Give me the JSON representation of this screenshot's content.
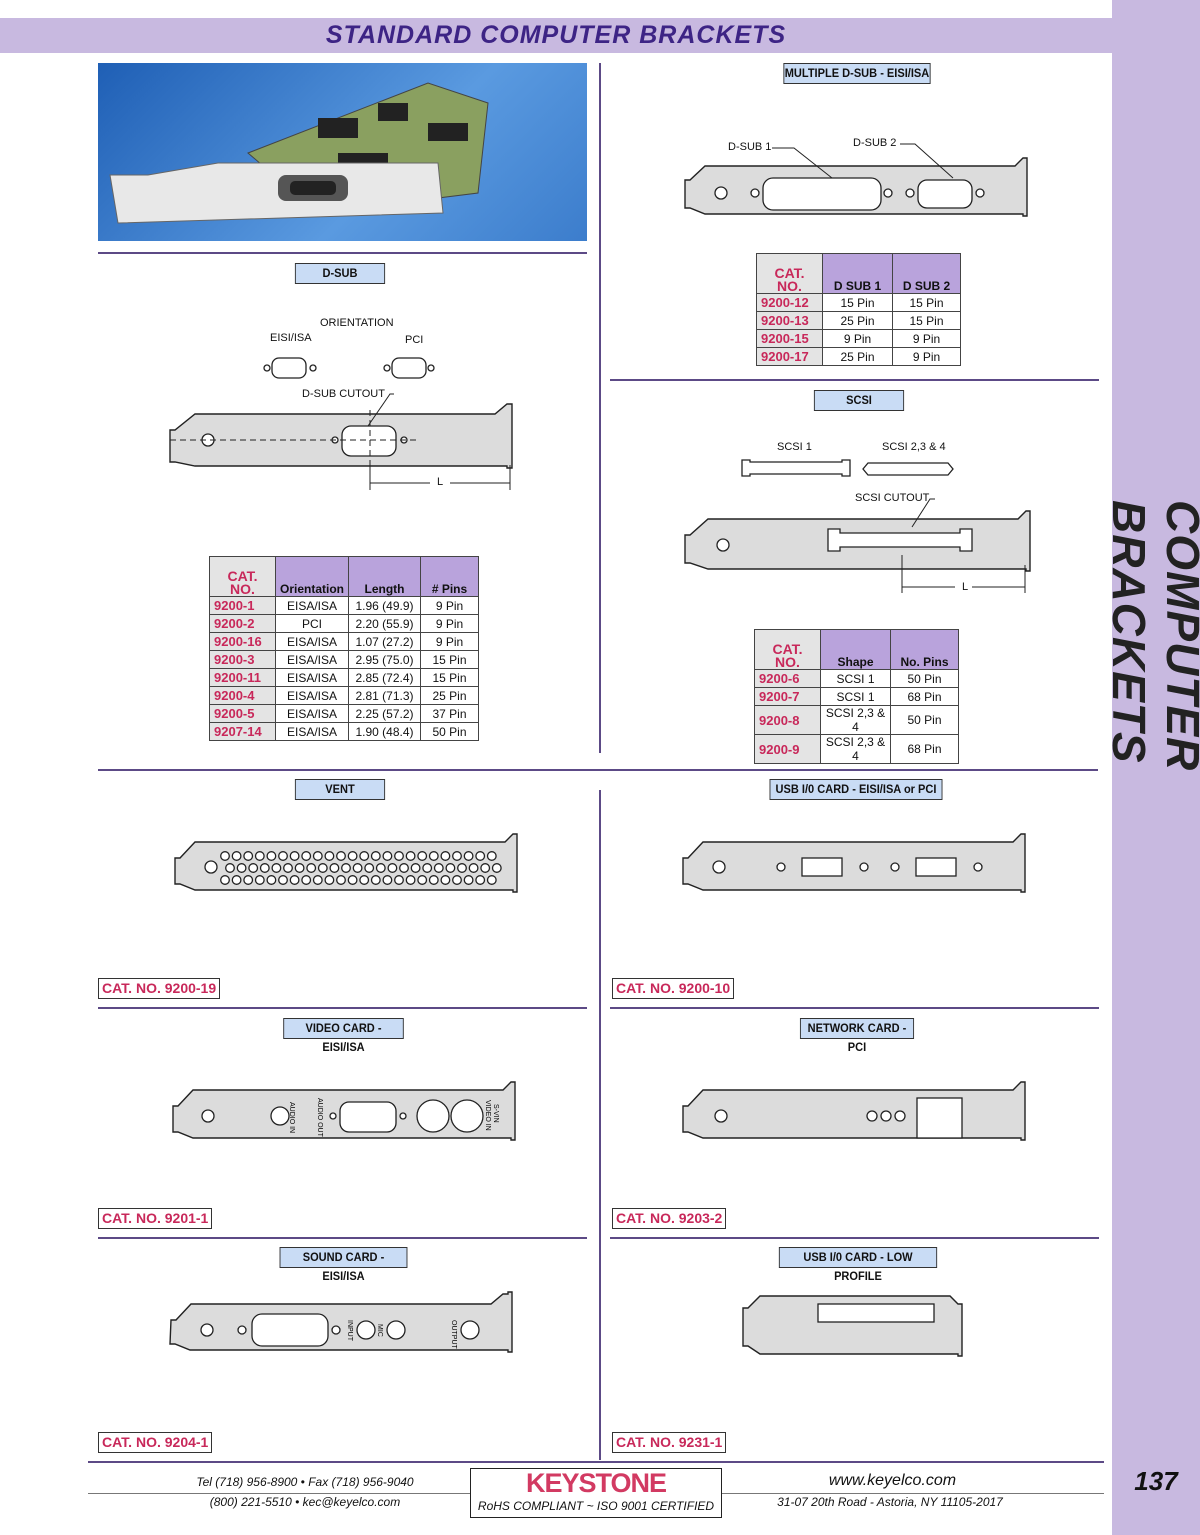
{
  "header": {
    "title": "STANDARD COMPUTER BRACKETS"
  },
  "sidebar": {
    "title": "COMPUTER BRACKETS",
    "page_number": "137"
  },
  "dsub": {
    "label": "D-SUB",
    "orientation": "ORIENTATION",
    "eisa": "EISI/ISA",
    "pci": "PCI",
    "cutout": "D-SUB CUTOUT",
    "length": "L",
    "table": {
      "headers": [
        "CAT. NO.",
        "Orientation",
        "Length",
        "# Pins"
      ],
      "rows": [
        [
          "9200-1",
          "EISA/ISA",
          "1.96 (49.9)",
          "9 Pin"
        ],
        [
          "9200-2",
          "PCI",
          "2.20 (55.9)",
          "9 Pin"
        ],
        [
          "9200-16",
          "EISA/ISA",
          "1.07 (27.2)",
          "9 Pin"
        ],
        [
          "9200-3",
          "EISA/ISA",
          "2.95 (75.0)",
          "15 Pin"
        ],
        [
          "9200-11",
          "EISA/ISA",
          "2.85 (72.4)",
          "15 Pin"
        ],
        [
          "9200-4",
          "EISA/ISA",
          "2.81 (71.3)",
          "25 Pin"
        ],
        [
          "9200-5",
          "EISA/ISA",
          "2.25 (57.2)",
          "37 Pin"
        ],
        [
          "9207-14",
          "EISA/ISA",
          "1.90 (48.4)",
          "50 Pin"
        ]
      ]
    }
  },
  "multi": {
    "label": "MULTIPLE D-SUB - EISI/ISA",
    "dsub1": "D-SUB 1",
    "dsub2": "D-SUB 2",
    "table": {
      "headers": [
        "CAT. NO.",
        "D SUB 1",
        "D SUB 2"
      ],
      "rows": [
        [
          "9200-12",
          "15 Pin",
          "15 Pin"
        ],
        [
          "9200-13",
          "25 Pin",
          "15 Pin"
        ],
        [
          "9200-15",
          "9 Pin",
          "9 Pin"
        ],
        [
          "9200-17",
          "25 Pin",
          "9 Pin"
        ]
      ]
    }
  },
  "scsi": {
    "label": "SCSI",
    "scsi1": "SCSI 1",
    "scsi234": "SCSI 2,3 & 4",
    "cutout": "SCSI CUTOUT",
    "length": "L",
    "table": {
      "headers": [
        "CAT. NO.",
        "Shape",
        "No. Pins"
      ],
      "rows": [
        [
          "9200-6",
          "SCSI 1",
          "50 Pin"
        ],
        [
          "9200-7",
          "SCSI 1",
          "68 Pin"
        ],
        [
          "9200-8",
          "SCSI 2,3 & 4",
          "50 Pin"
        ],
        [
          "9200-9",
          "SCSI 2,3 & 4",
          "68 Pin"
        ]
      ]
    }
  },
  "vent": {
    "label": "VENT",
    "cat": "CAT. NO. 9200-19"
  },
  "usb": {
    "label": "USB I/0 CARD - EISI/ISA or PCI",
    "cat": "CAT. NO. 9200-10"
  },
  "video": {
    "label": "VIDEO CARD - EISI/ISA",
    "cat": "CAT. NO. 9201-1",
    "audio_in": "AUDIO IN",
    "audio_out": "AUDIO OUT",
    "svin": "S-VIN",
    "video_in": "VIDEO IN"
  },
  "network": {
    "label": "NETWORK CARD - PCI",
    "cat": "CAT. NO. 9203-2"
  },
  "sound": {
    "label": "SOUND CARD - EISI/ISA",
    "cat": "CAT. NO. 9204-1",
    "input": "INPUT",
    "mic": "MIC",
    "output": "OUTPUT"
  },
  "usblow": {
    "label": "USB I/0 CARD - LOW PROFILE",
    "cat": "CAT. NO. 9231-1"
  },
  "footer": {
    "tel": "Tel (718) 956-8900 • Fax (718) 956-9040",
    "phone": "(800) 221-5510  •  kec@keyelco.com",
    "logo": "KEYSTONE",
    "rohs": "RoHS COMPLIANT  ~  ISO 9001 CERTIFIED",
    "web": "www.keyelco.com",
    "address": "31-07 20th Road - Astoria, NY 11105-2017"
  }
}
